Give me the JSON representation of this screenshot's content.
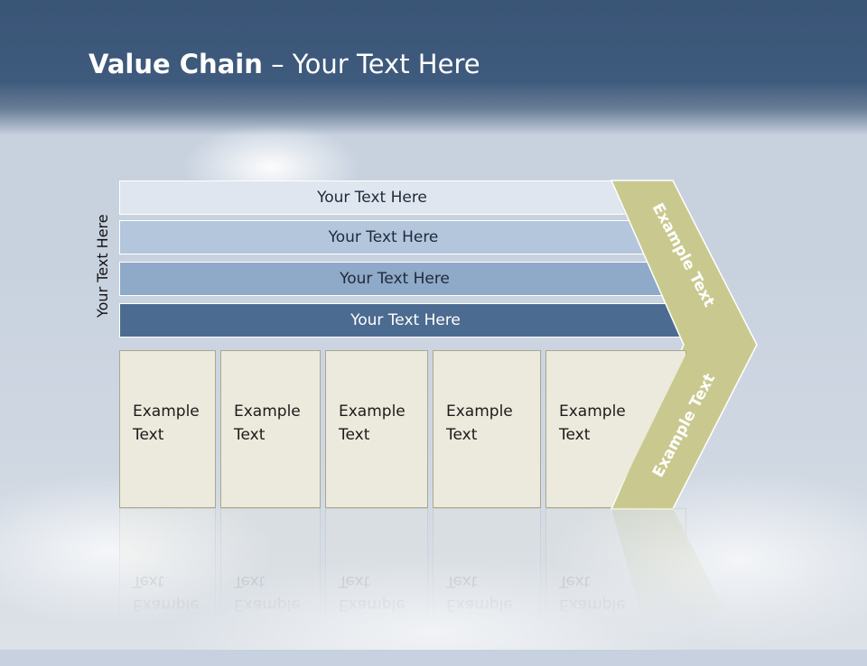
{
  "title": {
    "bold": "Value Chain",
    "rest": " – Your Text Here"
  },
  "side_label": "Your Text Here",
  "bands": [
    {
      "label": "Your Text Here",
      "color": "#dfe6ef"
    },
    {
      "label": "Your Text Here",
      "color": "#b3c6dc"
    },
    {
      "label": "Your Text Here",
      "color": "#8fa9c8"
    },
    {
      "label": "Your Text Here",
      "color": "#4c6b90"
    }
  ],
  "cells": [
    {
      "line1": "Example",
      "line2": "Text"
    },
    {
      "line1": "Example",
      "line2": "Text"
    },
    {
      "line1": "Example",
      "line2": "Text"
    },
    {
      "line1": "Example",
      "line2": "Text"
    },
    {
      "line1": "Example",
      "line2": "Text"
    }
  ],
  "chevron": {
    "upper": "Example Text",
    "lower": "Example Text",
    "color": "#c9c98f"
  },
  "colors": {
    "header": "#3a5576",
    "cell": "#eceadc"
  }
}
